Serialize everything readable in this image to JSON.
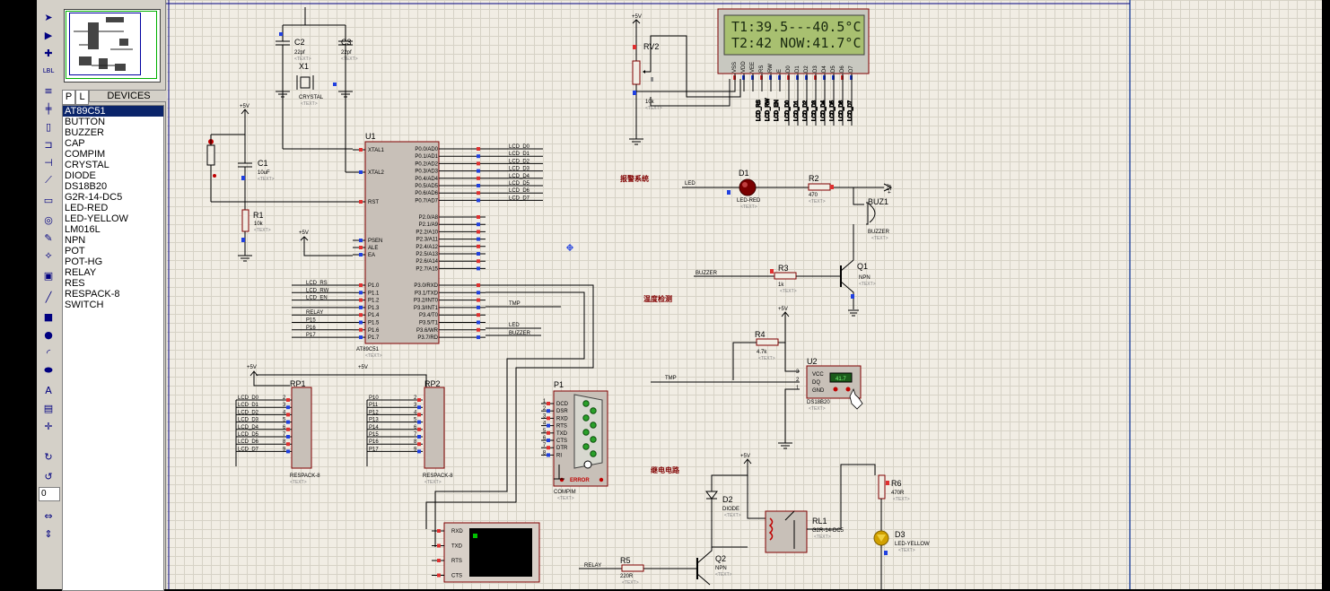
{
  "toolbar": {
    "tools": [
      "select-arrow-icon",
      "component-icon",
      "junction-icon",
      "label-icon",
      "text-script-icon",
      "bus-icon",
      "subcircuit-icon",
      "terminal-icon",
      "device-pin-icon",
      "graph-icon",
      "tape-icon",
      "generator-icon",
      "voltage-probe-icon",
      "current-probe-icon",
      "virtual-instrument-icon",
      "line-icon",
      "box-icon",
      "circle-icon",
      "arc-icon",
      "path-icon",
      "text-icon",
      "symbol-icon",
      "marker-icon",
      "rotate-cw-icon",
      "rotate-ccw-icon",
      "flip-horizontal-icon",
      "flip-vertical-icon"
    ],
    "rotation_value": "0"
  },
  "panel": {
    "tab_p": "P",
    "tab_l": "L",
    "tab_devices": "DEVICES",
    "devices": [
      "AT89C51",
      "BUTTON",
      "BUZZER",
      "CAP",
      "COMPIM",
      "CRYSTAL",
      "DIODE",
      "DS18B20",
      "G2R-14-DC5",
      "LED-RED",
      "LED-YELLOW",
      "LM016L",
      "NPN",
      "POT",
      "POT-HG",
      "RELAY",
      "RES",
      "RESPACK-8",
      "SWITCH"
    ],
    "selected_device": "AT89C51"
  },
  "schematic": {
    "lcd": {
      "line1": "T1:39.5---40.5°C",
      "line2": "T2:42 NOW:41.7°C"
    },
    "lcd_pins": [
      "VSS",
      "VDD",
      "VEE",
      "RS",
      "RW",
      "E",
      "D0",
      "D1",
      "D2",
      "D3",
      "D4",
      "D5",
      "D6",
      "D7"
    ],
    "mcu": {
      "ref": "U1",
      "part": "AT89C51",
      "left_pins": [
        "XTAL1",
        "XTAL2",
        "RST",
        "PSEN",
        "ALE",
        "EA",
        "P1.0",
        "P1.1",
        "P1.2",
        "P1.3",
        "P1.4",
        "P1.5",
        "P1.6",
        "P1.7"
      ],
      "right_pins": [
        "P0.0/AD0",
        "P0.1/AD1",
        "P0.2/AD2",
        "P0.3/AD3",
        "P0.4/AD4",
        "P0.5/AD5",
        "P0.6/AD6",
        "P0.7/AD7",
        "P2.0/A8",
        "P2.1/A9",
        "P2.2/A10",
        "P2.3/A11",
        "P2.4/A12",
        "P2.5/A13",
        "P2.6/A14",
        "P2.7/A15",
        "P3.0/RXD",
        "P3.1/TXD",
        "P3.2/INT0",
        "P3.3/INT1",
        "P3.4/T0",
        "P3.5/T1",
        "P3.6/WR",
        "P3.7/RD"
      ]
    },
    "lcd_net_labels": [
      "LCD_D0",
      "LCD_D1",
      "LCD_D2",
      "LCD_D3",
      "LCD_D4",
      "LCD_D5",
      "LCD_D6",
      "LCD_D7"
    ],
    "p1_net_labels": [
      "LCD_RS",
      "LCD_RW",
      "LCD_EN",
      "",
      "RELAY",
      "P15",
      "P16",
      "P17"
    ],
    "components": {
      "c2": {
        "ref": "C2",
        "val": "22pf"
      },
      "c3": {
        "ref": "C3",
        "val": "22pf"
      },
      "x1": {
        "ref": "X1",
        "val": "CRYSTAL"
      },
      "c1": {
        "ref": "C1",
        "val": "10uF"
      },
      "r1": {
        "ref": "R1",
        "val": "10k"
      },
      "rv2": {
        "ref": "RV2",
        "val": "10k"
      },
      "d1": {
        "ref": "D1",
        "val": "LED-RED"
      },
      "r2": {
        "ref": "R2",
        "val": "470"
      },
      "buz1": {
        "ref": "BUZ1",
        "val": "BUZZER"
      },
      "r3": {
        "ref": "R3",
        "val": "1k"
      },
      "q1": {
        "ref": "Q1",
        "val": "NPN"
      },
      "r4": {
        "ref": "R4",
        "val": "4.7k"
      },
      "u2": {
        "ref": "U2",
        "val": "DS18B20",
        "pins": [
          "VCC",
          "DQ",
          "GND"
        ],
        "display": "41.7"
      },
      "rp1": {
        "ref": "RP1",
        "val": "RESPACK-8"
      },
      "rp2": {
        "ref": "RP2",
        "val": "RESPACK-8"
      },
      "p1": {
        "ref": "P1",
        "val": "COMPIM",
        "pins": [
          "DCD",
          "DSR",
          "RXD",
          "RTS",
          "TXD",
          "CTS",
          "DTR",
          "RI"
        ],
        "error": "ERROR"
      },
      "d2": {
        "ref": "D2",
        "val": "DIODE"
      },
      "rl1": {
        "ref": "RL1",
        "val": "G2R-14-DC5"
      },
      "r6": {
        "ref": "R6",
        "val": "470R"
      },
      "d3": {
        "ref": "D3",
        "val": "LED-YELLOW"
      },
      "r5": {
        "ref": "R5",
        "val": "220R"
      },
      "q2": {
        "ref": "Q2",
        "val": "NPN"
      }
    },
    "vterm_pins": [
      "RXD",
      "TXD",
      "RTS",
      "CTS"
    ],
    "nets": {
      "led": "LED",
      "buzzer": "BUZZER",
      "tmp": "TMP",
      "relay": "RELAY",
      "plus5v": "+5V",
      "text": "<TEXT>"
    },
    "rp_nets_1": [
      "LCD_D0",
      "LCD_D1",
      "LCD_D2",
      "LCD_D3",
      "LCD_D4",
      "LCD_D5",
      "LCD_D6",
      "LCD_D7"
    ],
    "rp_nets_2": [
      "P10",
      "P11",
      "P12",
      "P13",
      "P14",
      "P15",
      "P16",
      "P17"
    ],
    "chinese": {
      "alarm": "报警系统",
      "temp": "温度检测",
      "relay": "继电电路"
    }
  }
}
